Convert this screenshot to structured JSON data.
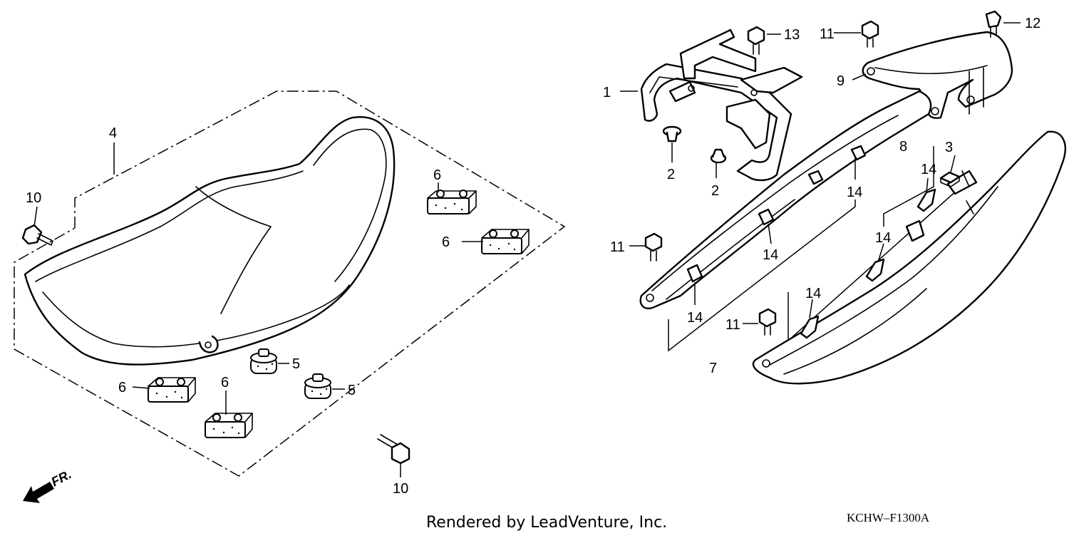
{
  "diagram": {
    "callouts": {
      "c1": "1",
      "c2a": "2",
      "c2b": "2",
      "c3": "3",
      "c4": "4",
      "c5a": "5",
      "c5b": "5",
      "c6a": "6",
      "c6b": "6",
      "c6c": "6",
      "c6d": "6",
      "c7": "7",
      "c8": "8",
      "c9": "9",
      "c10a": "10",
      "c10b": "10",
      "c11a": "11",
      "c11b": "11",
      "c11c": "11",
      "c12": "12",
      "c13": "13",
      "c14a": "14",
      "c14b": "14",
      "c14c": "14",
      "c14d": "14",
      "c14e": "14",
      "c14f": "14"
    },
    "direction_label": "FR.",
    "footer": "Rendered by LeadVenture, Inc.",
    "diagram_code": "KCHW–F1300A"
  }
}
